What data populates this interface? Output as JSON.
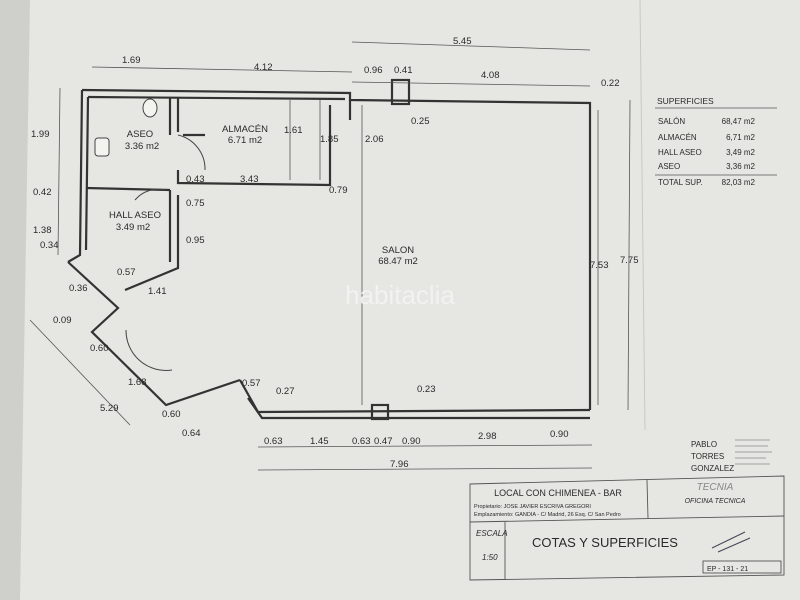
{
  "rooms": {
    "aseo": {
      "name": "ASEO",
      "area": "3.36 m2"
    },
    "almacen": {
      "name": "ALMACÉN",
      "area": "6.71 m2"
    },
    "hall": {
      "name": "HALL ASEO",
      "area": "3.49 m2"
    },
    "salon": {
      "name": "SALON",
      "area": "68.47 m2"
    }
  },
  "dimensions": [
    "1.69",
    "4.12",
    "5.45",
    "0.96",
    "0.41",
    "4.08",
    "0.22",
    "1.99",
    "1.61",
    "1.85",
    "2.06",
    "0.25",
    "0.42",
    "0.43",
    "3.43",
    "0.79",
    "0.75",
    "1.38",
    "0.34",
    "0.95",
    "0.57",
    "0.36",
    "1.41",
    "0.09",
    "0.60",
    "7.53",
    "7.75",
    "1.68",
    "0.57",
    "0.27",
    "0.23",
    "5.29",
    "0.60",
    "0.64",
    "0.63",
    "1.45",
    "0.63",
    "0.47",
    "0.90",
    "2.98",
    "0.90",
    "7.96"
  ],
  "surfaces": {
    "title": "SUPERFICIES",
    "rows": [
      {
        "label": "SALÓN",
        "value": "68,47 m2"
      },
      {
        "label": "ALMACÉN",
        "value": "6,71 m2"
      },
      {
        "label": "HALL ASEO",
        "value": "3,49 m2"
      },
      {
        "label": "ASEO",
        "value": "3,36 m2"
      }
    ],
    "total_label": "TOTAL SUP.",
    "total_value": "82,03 m2"
  },
  "author": [
    "PABLO",
    "TORRES",
    "GONZALEZ"
  ],
  "title_block": {
    "project": "LOCAL CON CHIMENEA - BAR",
    "owner": "Propietario: JOSE JAVIER ESCRIVA GREGORI",
    "location": "Emplazamiento: GANDIA - C/ Madrid, 26 Esq. C/ San Pedro",
    "firm": "TECNIA",
    "office": "OFICINA     TECNICA",
    "scale_label": "ESCALA",
    "scale": "1:50",
    "sheet_title": "COTAS Y SUPERFICIES",
    "code": "EP - 131 - 21"
  },
  "watermark": "habitaclia",
  "colors": {
    "paper": "#e9e9e6",
    "ink": "#2a2a2a"
  }
}
